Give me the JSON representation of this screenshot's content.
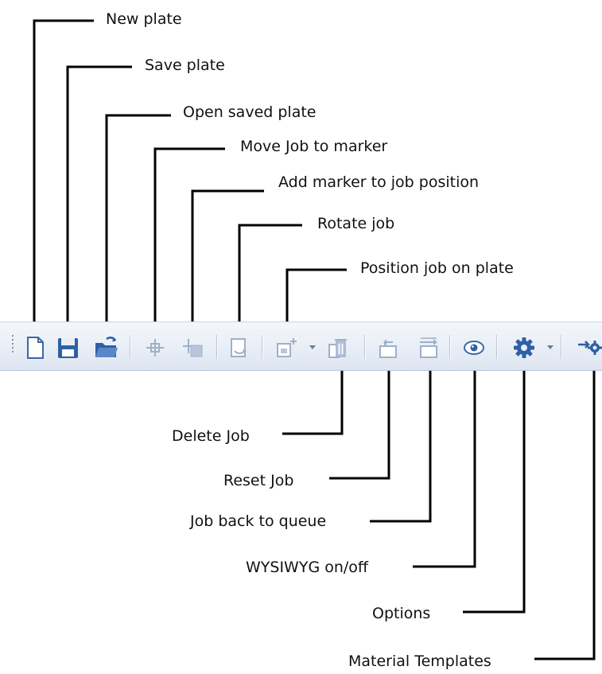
{
  "callouts_top": {
    "new_plate": "New plate",
    "save_plate": "Save plate",
    "open_saved_plate": "Open saved plate",
    "move_job_to_marker": "Move Job to marker",
    "add_marker_to_job_position": "Add marker to job position",
    "rotate_job": "Rotate job",
    "position_job_on_plate": "Position job on plate"
  },
  "callouts_bottom": {
    "delete_job": "Delete Job",
    "reset_job": "Reset Job",
    "job_back_to_queue": "Job back to queue",
    "wysiwyg": "WYSIWYG on/off",
    "options": "Options",
    "material_templates": "Material Templates"
  },
  "toolbar": {
    "icons": [
      "new-plate-icon",
      "save-plate-icon",
      "open-plate-icon",
      "move-job-icon",
      "add-marker-icon",
      "rotate-job-icon",
      "position-job-icon",
      "delete-job-icon",
      "reset-job-icon",
      "job-back-icon",
      "wysiwyg-icon",
      "options-icon",
      "material-templates-icon"
    ],
    "icon_color": "#3c68a8",
    "disabled_color": "#9fb0c8"
  }
}
